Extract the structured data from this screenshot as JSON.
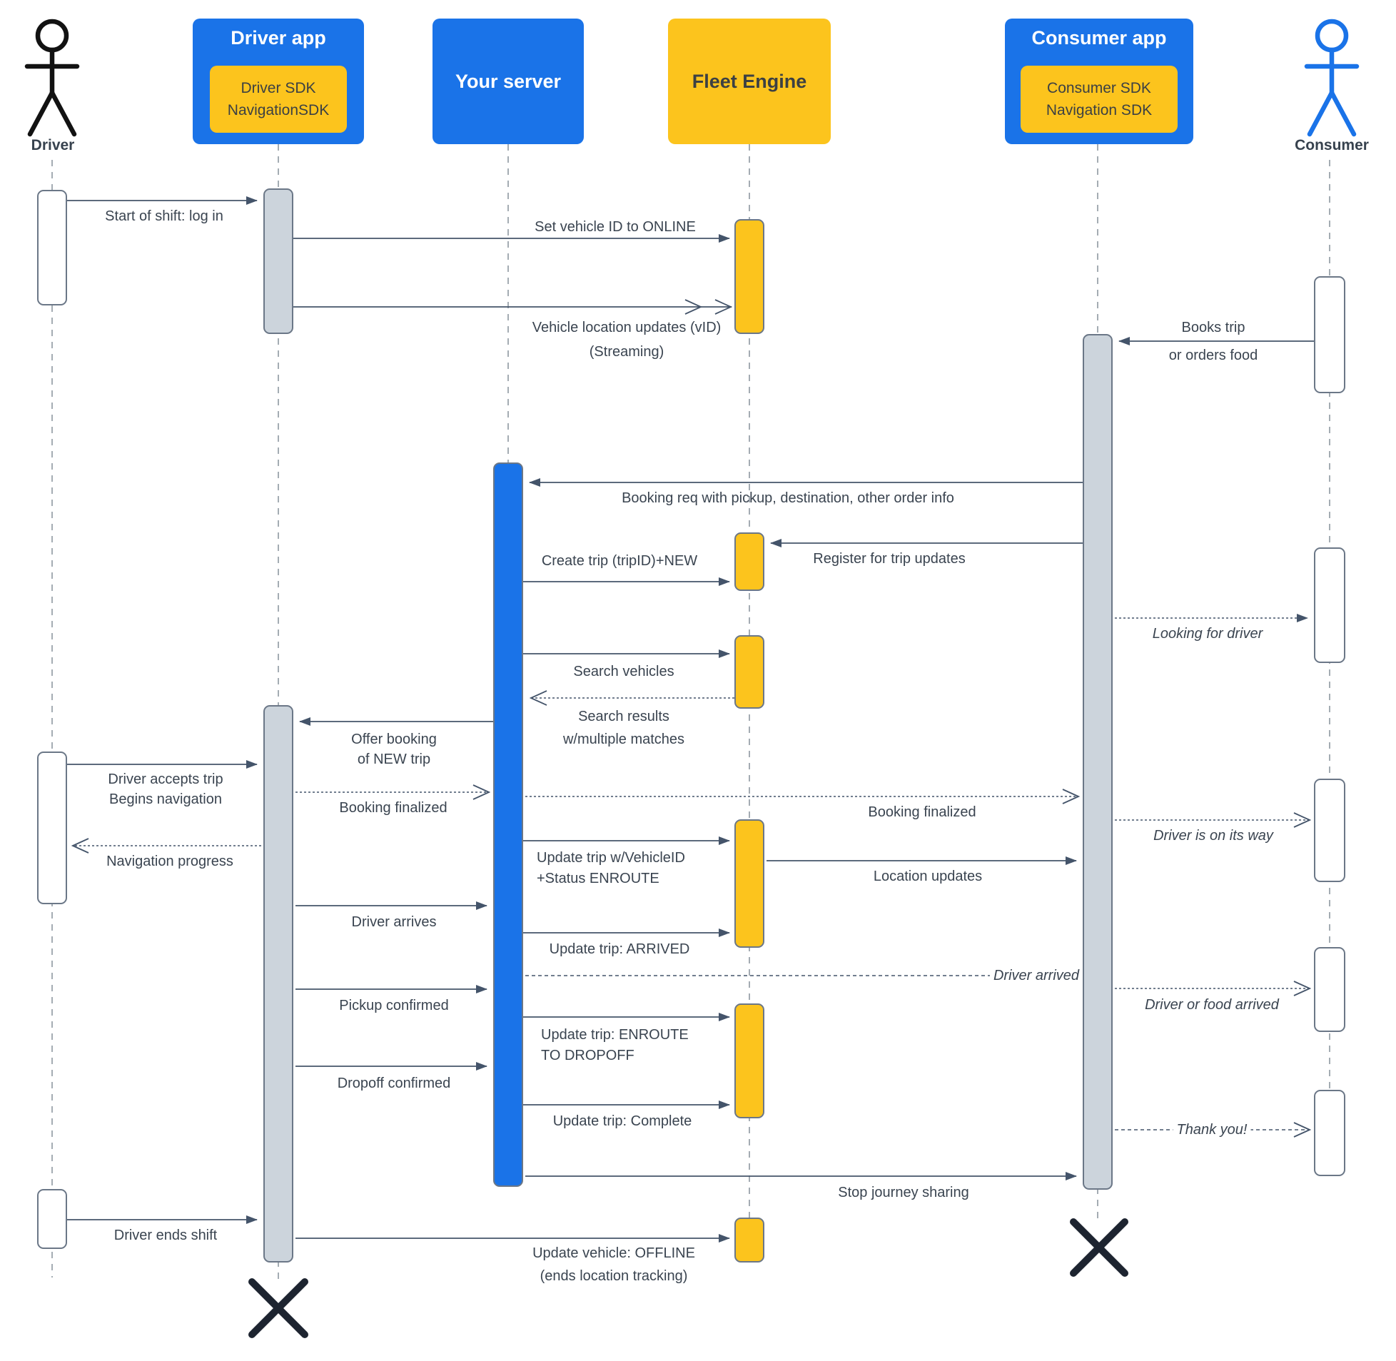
{
  "colors": {
    "blue": "#1a73e8",
    "yellow": "#fcc41d",
    "gray_bar": "#ccd4dc",
    "bar_border": "#6b7787",
    "line": "#44546a",
    "lifeline": "#9aa3ab",
    "text": "#3a4450"
  },
  "actors": {
    "driver_label": "Driver",
    "driver_app_title": "Driver app",
    "driver_app_sdk1": "Driver  SDK",
    "driver_app_sdk2": "NavigationSDK",
    "server_title": "Your server",
    "fleet_title": "Fleet Engine",
    "consumer_app_title": "Consumer app",
    "consumer_app_sdk1": "Consumer SDK",
    "consumer_app_sdk2": "Navigation SDK",
    "consumer_label": "Consumer"
  },
  "messages": {
    "start_shift": "Start of shift: log in",
    "set_vehicle_online": "Set vehicle ID to ONLINE",
    "vehicle_loc_1": "Vehicle location updates (vID)",
    "vehicle_loc_2": "(Streaming)",
    "books_trip_1": "Books trip",
    "books_trip_2": "or orders food",
    "booking_req": "Booking req with pickup, destination, other order info",
    "register_updates": "Register for trip updates",
    "create_trip": "Create trip (tripID)+NEW",
    "looking_for_driver": "Looking for driver",
    "search_vehicles": "Search vehicles",
    "search_results_1": "Search results",
    "search_results_2": "w/multiple matches",
    "offer_booking_1": "Offer booking",
    "offer_booking_2": "of NEW trip",
    "driver_accepts_1": "Driver accepts trip",
    "driver_accepts_2": "Begins navigation",
    "booking_finalized_left": "Booking finalized",
    "booking_finalized_right": "Booking finalized",
    "driver_on_way": "Driver is on its way",
    "navigation_progress": "Navigation progress",
    "update_trip_vehicle_1": "Update trip w/VehicleID",
    "update_trip_vehicle_2": "+Status ENROUTE",
    "location_updates": "Location updates",
    "driver_arrives": "Driver arrives",
    "update_trip_arrived": "Update trip: ARRIVED",
    "driver_arrived": "Driver arrived",
    "driver_food_arrived": "Driver or food arrived",
    "pickup_confirmed": "Pickup confirmed",
    "update_trip_enroute_1": "Update trip: ENROUTE",
    "update_trip_enroute_2": "TO DROPOFF",
    "dropoff_confirmed": "Dropoff confirmed",
    "update_trip_complete": "Update trip: Complete",
    "thank_you": "Thank you!",
    "stop_journey": "Stop journey sharing",
    "driver_ends_shift": "Driver ends shift",
    "update_vehicle_offline_1": "Update vehicle: OFFLINE",
    "update_vehicle_offline_2": "(ends location tracking)"
  }
}
